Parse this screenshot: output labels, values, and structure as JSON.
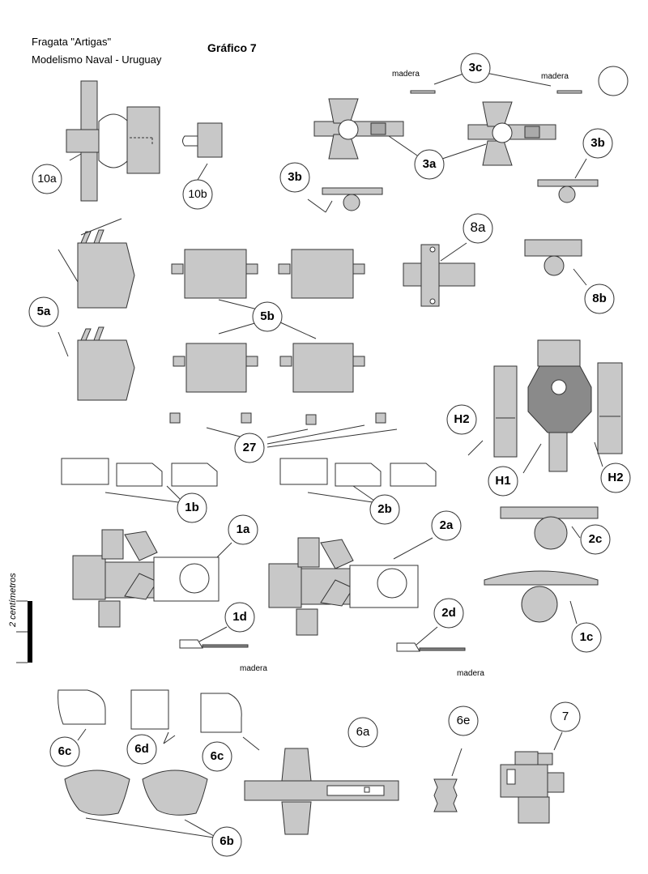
{
  "header": {
    "line1": "Fragata \"Artigas\"",
    "line2": "Modelismo Naval - Uruguay",
    "title": "Gráfico 7"
  },
  "scale_label": "2 centímetros",
  "wood_label": "madera",
  "labels": {
    "l10a": "10a",
    "l10b": "10b",
    "l3c": "3c",
    "l3a": "3a",
    "l3b_left": "3b",
    "l3b_right": "3b",
    "l5a": "5a",
    "l5b": "5b",
    "l8a": "8a",
    "l8b": "8b",
    "l27": "27",
    "lH2_left": "H2",
    "lH1": "H1",
    "lH2_right": "H2",
    "l1b": "1b",
    "l2b": "2b",
    "l1a": "1a",
    "l2a": "2a",
    "l2c": "2c",
    "l1d": "1d",
    "l2d": "2d",
    "l1c": "1c",
    "l6c_left": "6c",
    "l6d": "6d",
    "l6c_right": "6c",
    "l6a": "6a",
    "l6e": "6e",
    "l7": "7",
    "l6b": "6b"
  },
  "colors": {
    "part_fill": "#c8c8c8",
    "part_stroke": "#333333",
    "dark_fill": "#8a8a8a",
    "mid_fill": "#a8a8a8"
  }
}
